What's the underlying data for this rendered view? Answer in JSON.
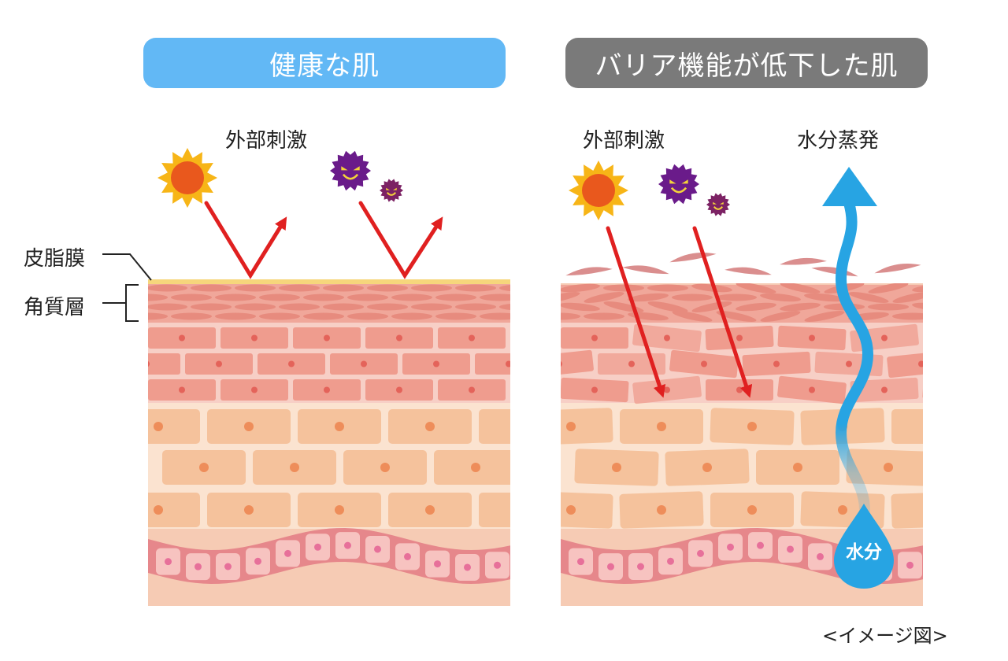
{
  "colors": {
    "healthy_header": "#62b8f5",
    "damaged_header": "#7a7a7a",
    "sebum": "#f6d67c",
    "stratum_corneum": "#f0a79a",
    "corneum_cell": "#e78b7e",
    "corneum_flake": "#d47a7a",
    "granular_bg": "#f7cfc6",
    "granular_cell": "#ef9c8e",
    "spinous_bg": "#fbe3d0",
    "spinous_cell": "#f5c29c",
    "basal_cell": "#f7c3c0",
    "basal_border": "#e6878b",
    "dermis": "#f6cbb4",
    "nucleus_spinous": "#ee8d5a",
    "nucleus_granular": "#e4635a",
    "nucleus_basal": "#e7709a",
    "arrow": "#e02020",
    "water": "#27a4e3",
    "sun_rays": "#f7b517",
    "sun_core": "#e9581d",
    "germ_large": "#6a1b8a",
    "germ_small": "#7c2264"
  },
  "healthy": {
    "title": "健康な肌",
    "stimulus_label": "外部刺激",
    "sebum_label": "皮脂膜",
    "corneum_label": "角質層"
  },
  "damaged": {
    "title": "バリア機能が低下した肌",
    "stimulus_label": "外部刺激",
    "evaporation_label": "水分蒸発",
    "water_label": "水分"
  },
  "icons": [
    "sun-icon",
    "germ-icon",
    "water-drop-icon"
  ],
  "caption": "<イメージ図>"
}
